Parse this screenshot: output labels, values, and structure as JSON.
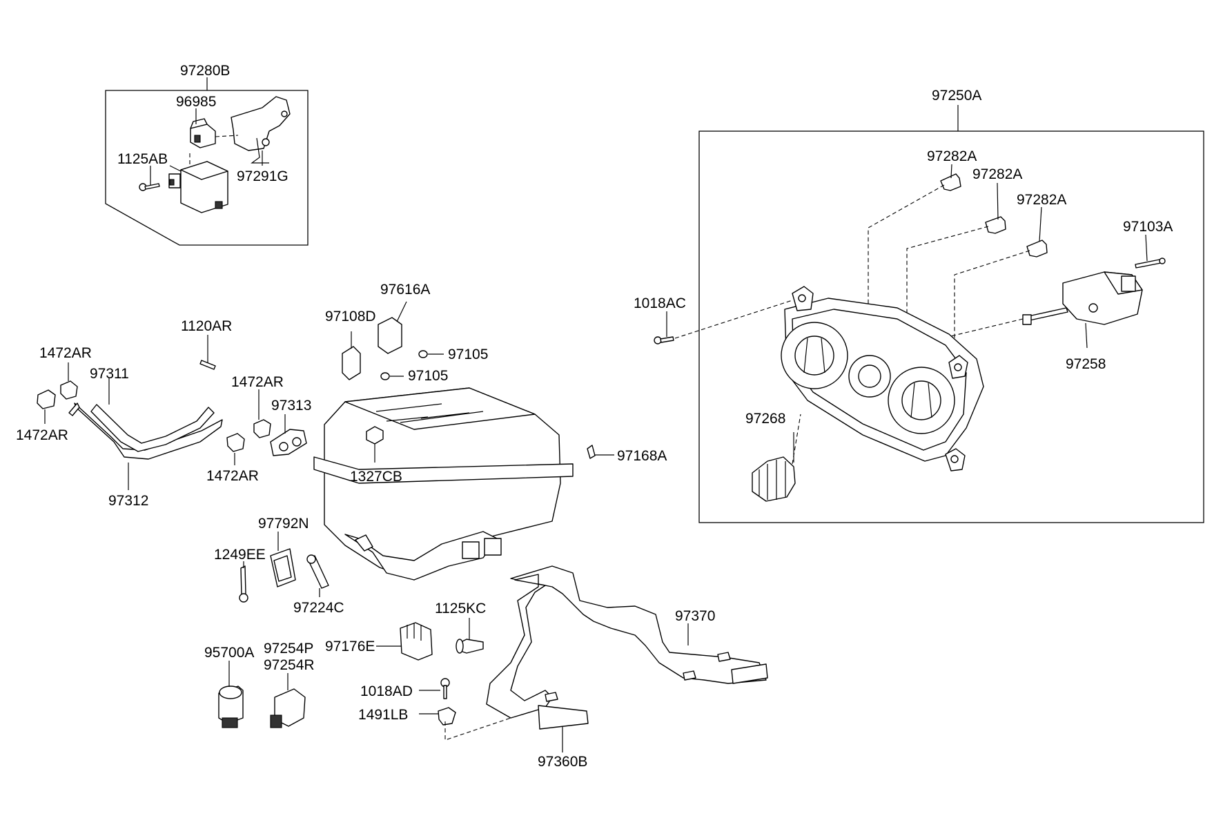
{
  "callouts": {
    "p97280B": "97280B",
    "p96985": "96985",
    "p1125AB": "1125AB",
    "p97291G": "97291G",
    "p97250A": "97250A",
    "p97282A_1": "97282A",
    "p97282A_2": "97282A",
    "p97282A_3": "97282A",
    "p97103A": "97103A",
    "p1018AC": "1018AC",
    "p97258": "97258",
    "p97268": "97268",
    "p97616A": "97616A",
    "p97108D": "97108D",
    "p97105_1": "97105",
    "p97105_2": "97105",
    "p1120AR": "1120AR",
    "p1472AR_1": "1472AR",
    "p1472AR_2": "1472AR",
    "p1472AR_3": "1472AR",
    "p1472AR_4": "1472AR",
    "p97311": "97311",
    "p97312": "97312",
    "p97313": "97313",
    "p1327CB": "1327CB",
    "p97168A": "97168A",
    "p97792N": "97792N",
    "p1249EE": "1249EE",
    "p97224C": "97224C",
    "p1125KC": "1125KC",
    "p97370": "97370",
    "p97176E": "97176E",
    "p95700A": "95700A",
    "p97254P": "97254P",
    "p97254R": "97254R",
    "p1018AD": "1018AD",
    "p1491LB": "1491LB",
    "p97360B": "97360B"
  }
}
